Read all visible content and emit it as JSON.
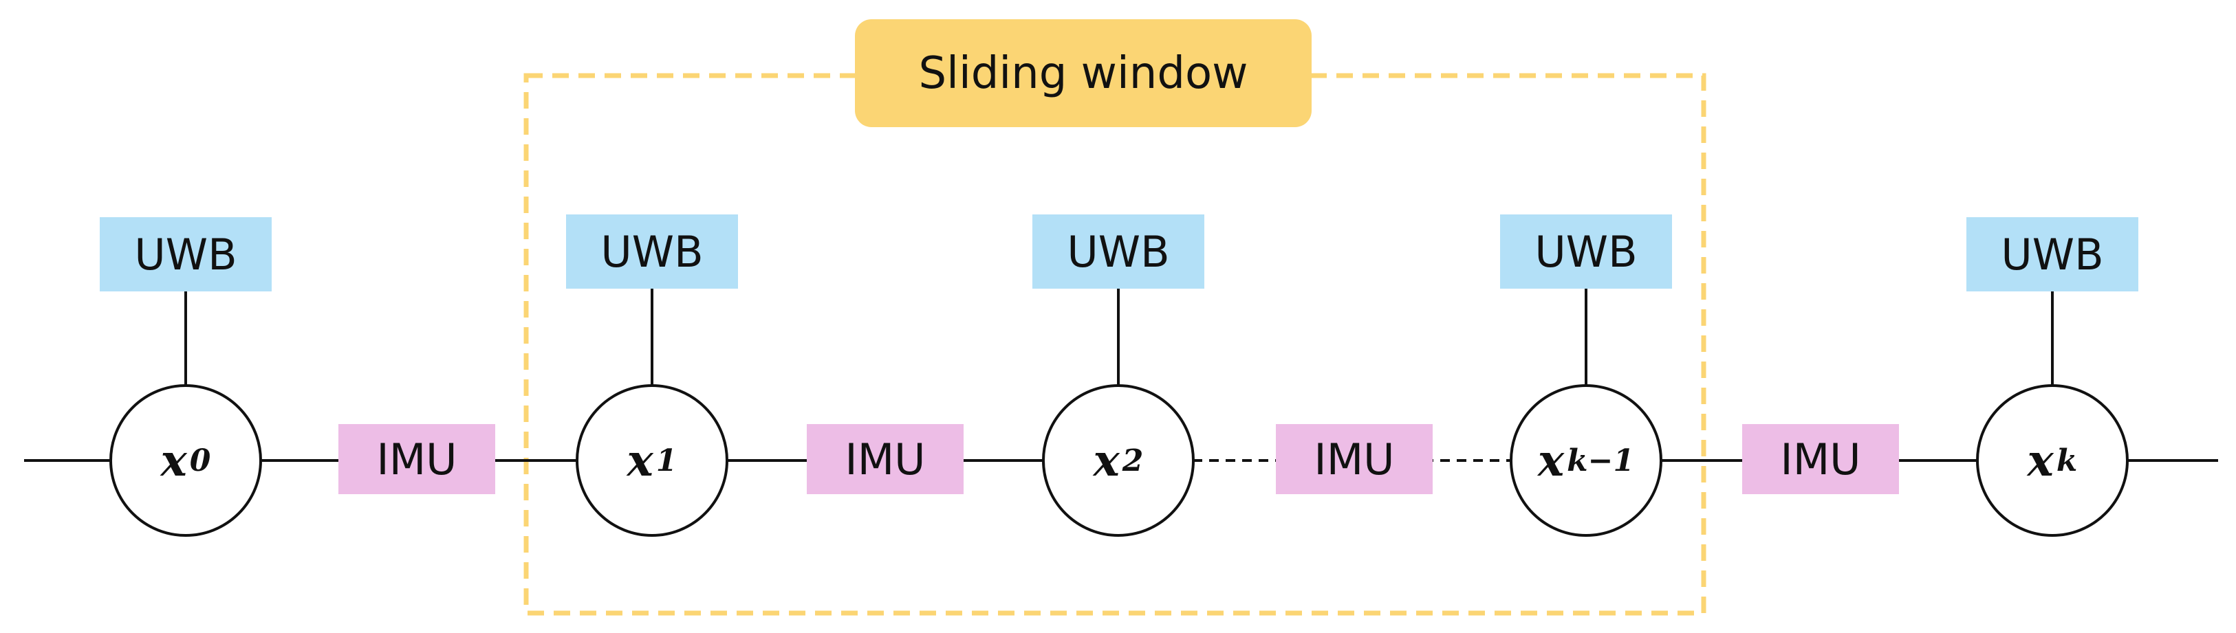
{
  "window": {
    "label": "Sliding window",
    "border_color": "#fbd574",
    "fill_color": "#fbd574"
  },
  "colors": {
    "uwb": "#b3e0f7",
    "imu": "#edbde6",
    "line": "#111111"
  },
  "nodes": [
    {
      "base": "x",
      "sub": "0",
      "uwb": "UWB"
    },
    {
      "base": "x",
      "sub": "1",
      "uwb": "UWB"
    },
    {
      "base": "x",
      "sub": "2",
      "uwb": "UWB"
    },
    {
      "base": "x",
      "sub": "k−1",
      "uwb": "UWB"
    },
    {
      "base": "x",
      "sub": "k",
      "uwb": "UWB"
    }
  ],
  "edges": [
    {
      "label": "IMU",
      "style": "solid"
    },
    {
      "label": "IMU",
      "style": "solid"
    },
    {
      "label": "IMU",
      "style": "dashed"
    },
    {
      "label": "IMU",
      "style": "solid"
    }
  ]
}
